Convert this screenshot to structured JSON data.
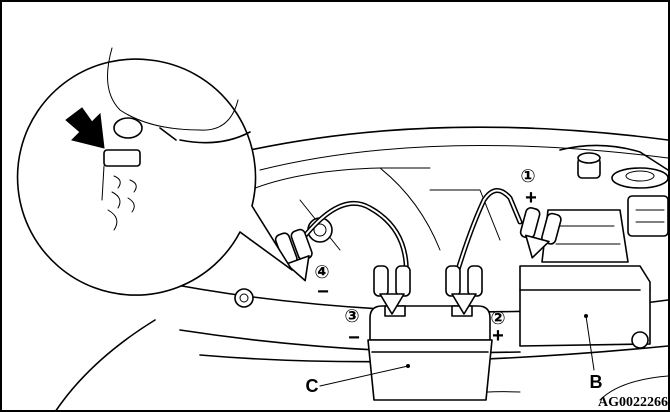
{
  "labels": {
    "step1": "①",
    "step1_sign": "+",
    "step2": "②",
    "step2_sign": "+",
    "step3": "③",
    "step3_sign": "−",
    "step4": "④",
    "step4_sign": "−",
    "booster_battery": "C",
    "vehicle_battery": "B"
  },
  "figure_code": "AG0022266",
  "icons": {
    "arrow": "arrow-pointer-icon",
    "clamps": "jumper-clamp-icon"
  }
}
